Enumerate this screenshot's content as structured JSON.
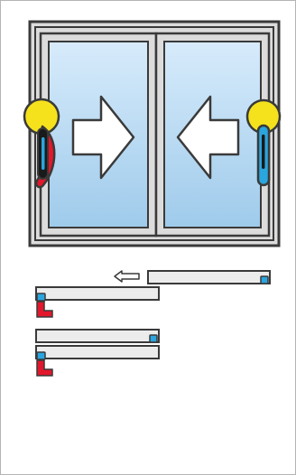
{
  "colors": {
    "frame_outer": "#dcdcdc",
    "frame_stroke": "#3a3a3a",
    "glass_top": "#d7ebfb",
    "glass_bottom": "#9fcbeb",
    "arrow_fill": "#ffffff",
    "handle_yellow": "#f5e21c",
    "handle_red": "#e3172b",
    "handle_blue": "#2aa5de",
    "handle_dark": "#1a1a1a",
    "sash_fill": "#ececec",
    "marker_blue": "#2aa5de",
    "marker_red": "#e3172b",
    "outline_arrow": "#ffffff"
  },
  "icons": {
    "left_handle": "lock-handle-icon",
    "right_handle": "lock-handle-icon",
    "center_arrows": "push-inward-arrows-icon",
    "slide_hint": "slide-left-arrow-icon"
  },
  "diagram": {
    "window_state": "closing",
    "panels": [
      "left-sash",
      "right-sash"
    ],
    "plan_views": [
      "open-state",
      "closed-state"
    ]
  }
}
